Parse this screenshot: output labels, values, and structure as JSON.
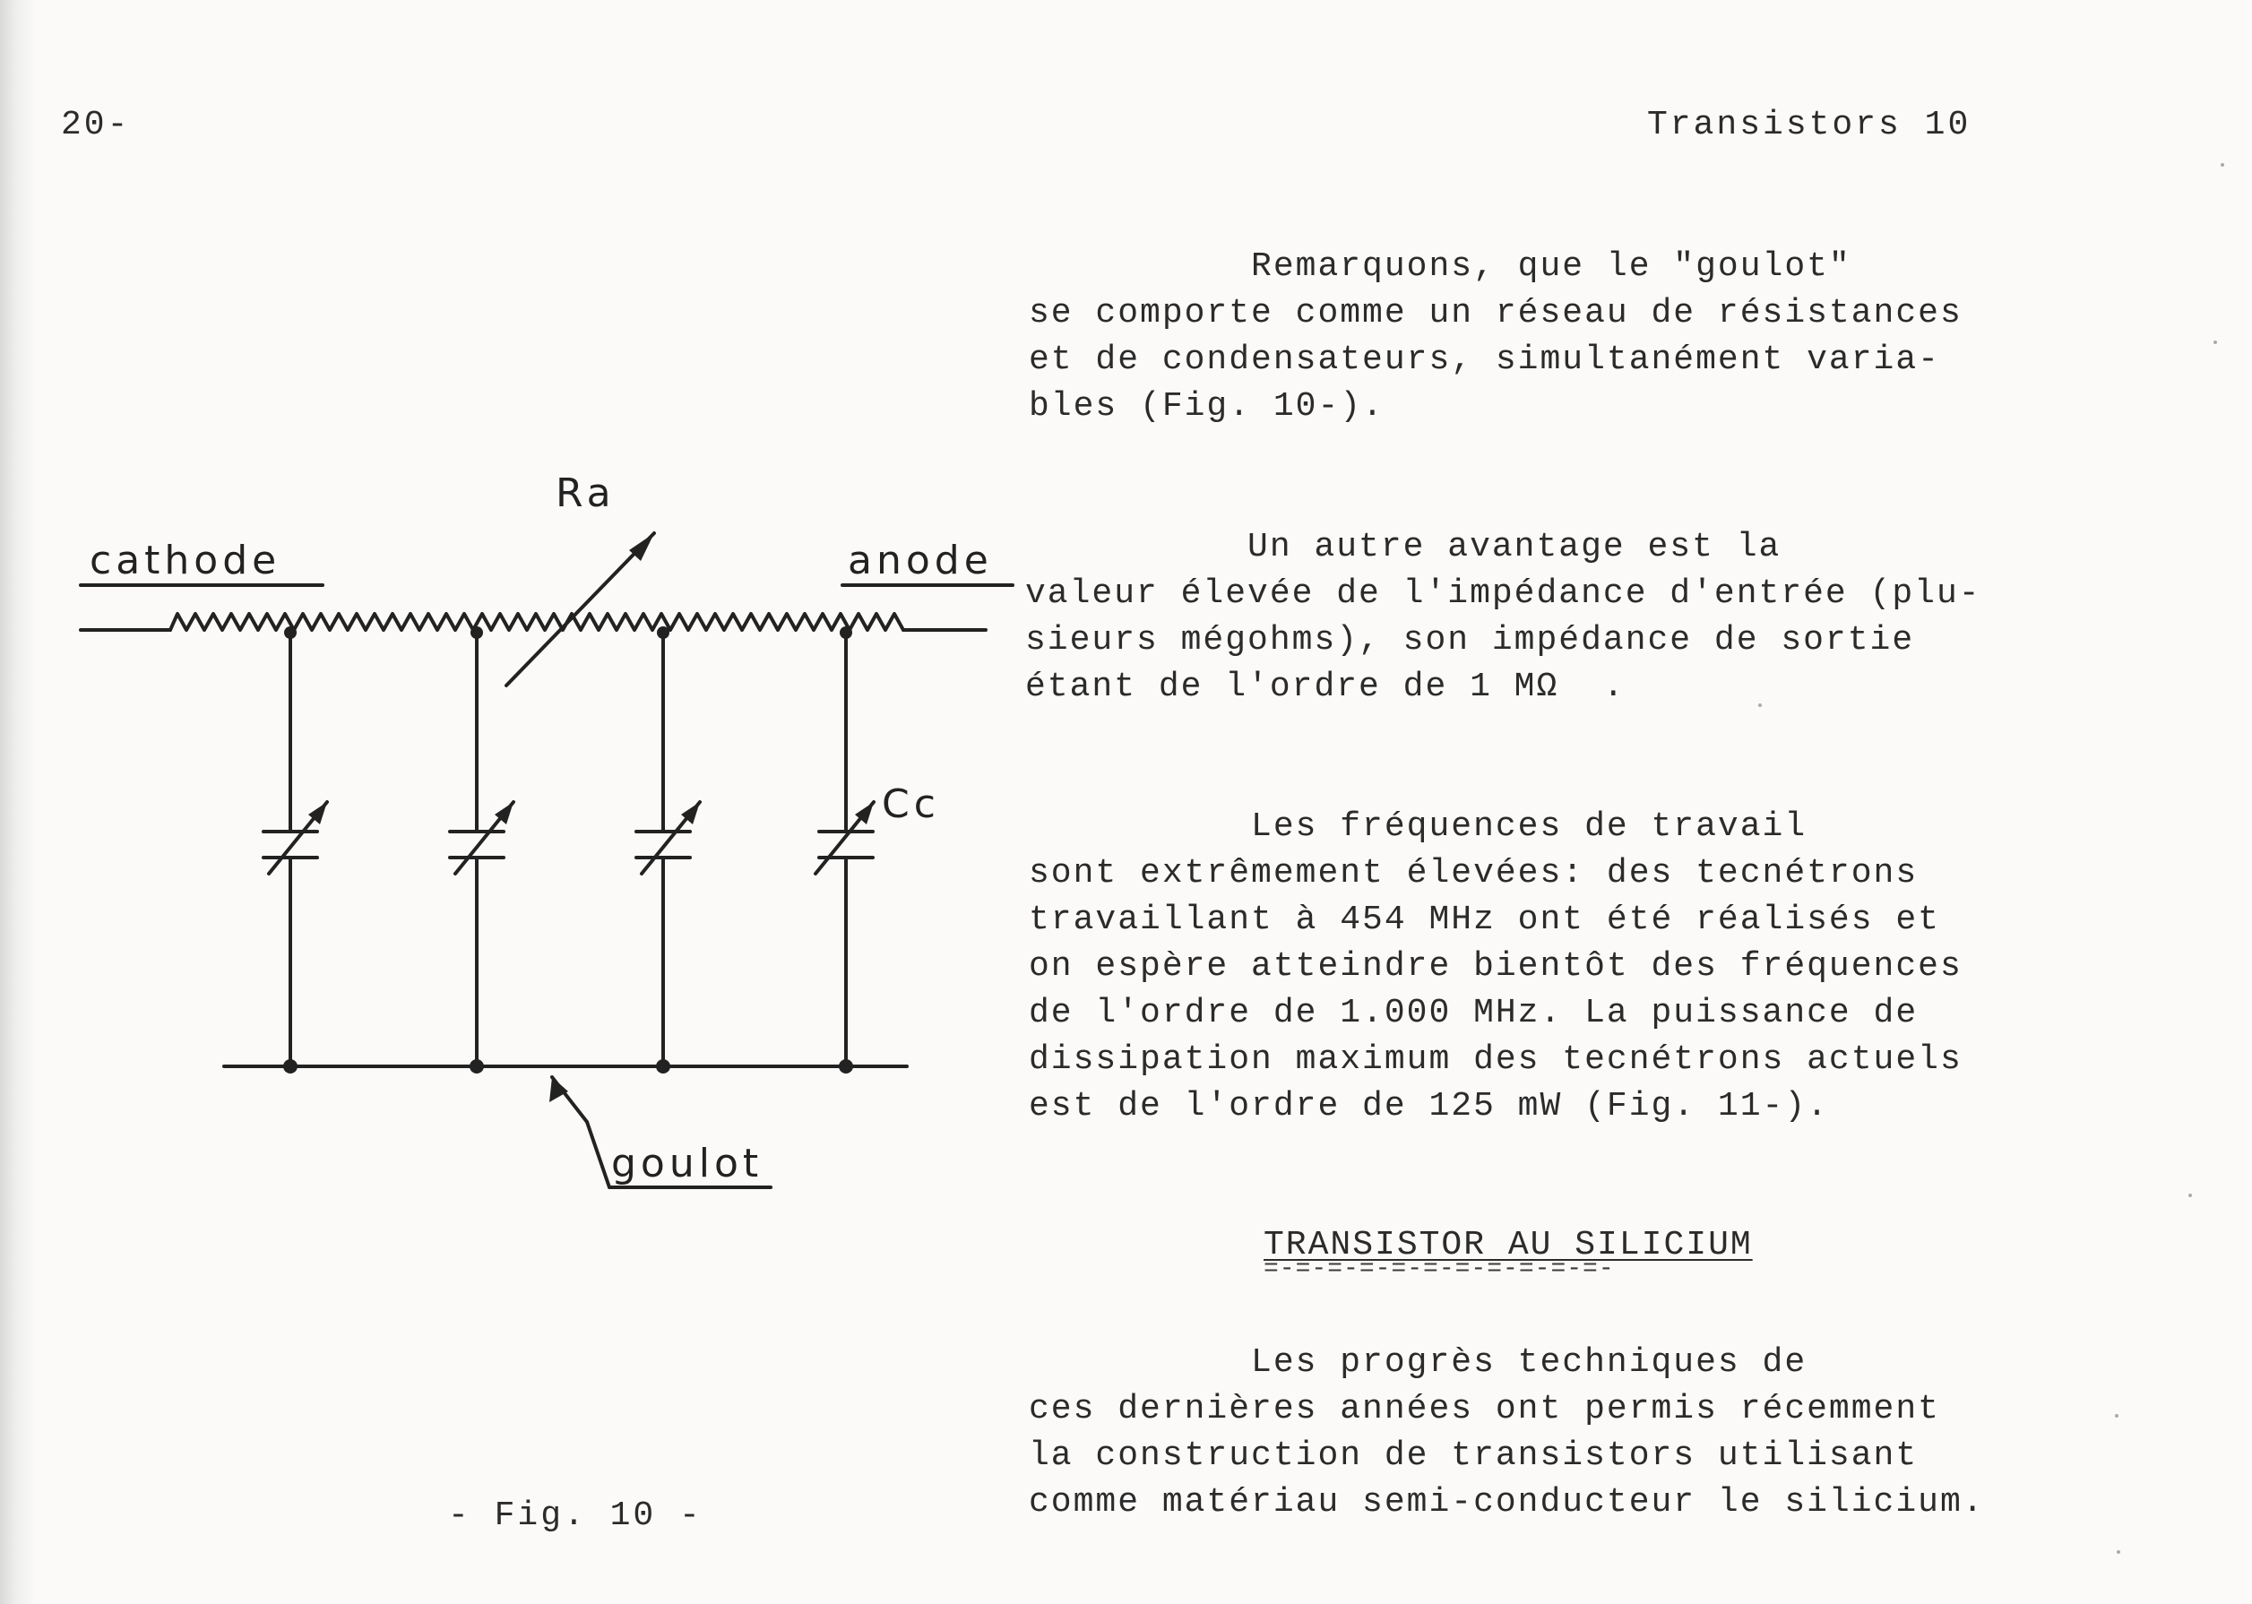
{
  "header": {
    "page_number": "20-",
    "running_title": "Transistors 10"
  },
  "paragraphs": [
    {
      "lines": [
        "          Remarquons, que le \"goulot\"",
        "se comporte comme un réseau de résistances",
        "et de condensateurs, simultanément varia-",
        "bles (Fig. 10-)."
      ]
    },
    {
      "lines": [
        "          Un autre avantage est la",
        "valeur élevée de l'impédance d'entrée (plu-",
        "sieurs mégohms), son impédance de sortie",
        "étant de l'ordre de 1 MΩ  ."
      ]
    },
    {
      "lines": [
        "          Les fréquences de travail",
        "sont extrêmement élevées: des tecnétrons",
        "travaillant à 454 MHz ont été réalisés et",
        "on espère atteindre bientôt des fréquences",
        "de l'ordre de 1.000 MHz. La puissance de",
        "dissipation maximum des tecnétrons actuels",
        "est de l'ordre de 125 mW (Fig. 11-)."
      ]
    },
    {
      "lines": [
        "          Les progrès techniques de",
        "ces dernières années ont permis récemment",
        "la construction de transistors utilisant",
        "comme matériau semi-conducteur le silicium."
      ]
    }
  ],
  "section": {
    "title": "TRANSISTOR AU SILICIUM",
    "rule": "=-=-=-=-=-=-=-=-=-=-=-"
  },
  "figure": {
    "caption": "- Fig. 10 -",
    "labels": {
      "cathode": "cathode",
      "anode": "anode",
      "resistor": "Ra",
      "capacitor": "Cc",
      "goulot": "goulot"
    }
  }
}
